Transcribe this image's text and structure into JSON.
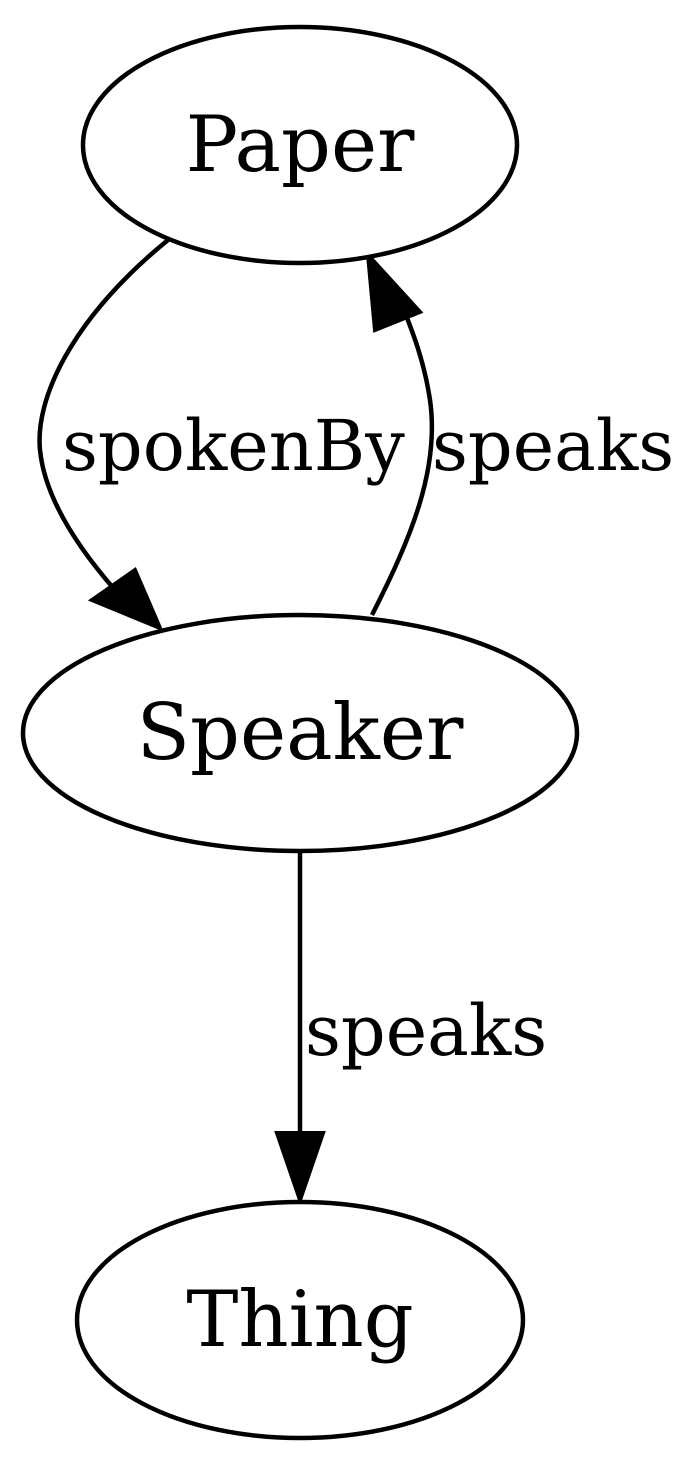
{
  "nodes": {
    "paper": {
      "label": "Paper"
    },
    "speaker": {
      "label": "Speaker"
    },
    "thing": {
      "label": "Thing"
    }
  },
  "edges": [
    {
      "from": "Paper",
      "to": "Speaker",
      "label": "spokenBy"
    },
    {
      "from": "Speaker",
      "to": "Paper",
      "label": "speaks"
    },
    {
      "from": "Speaker",
      "to": "Thing",
      "label": "speaks"
    }
  ],
  "colors": {
    "stroke": "#000000",
    "background": "#ffffff"
  }
}
